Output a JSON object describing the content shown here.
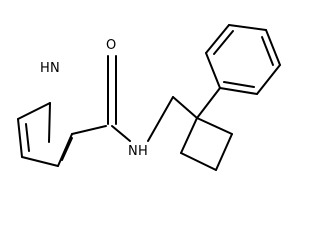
{
  "molecule": {
    "atoms": {
      "nh_pyrrole": "H",
      "nh_pyrrole_n": "N",
      "amide_o": "O",
      "amide_n": "N",
      "amide_h": "H"
    }
  }
}
